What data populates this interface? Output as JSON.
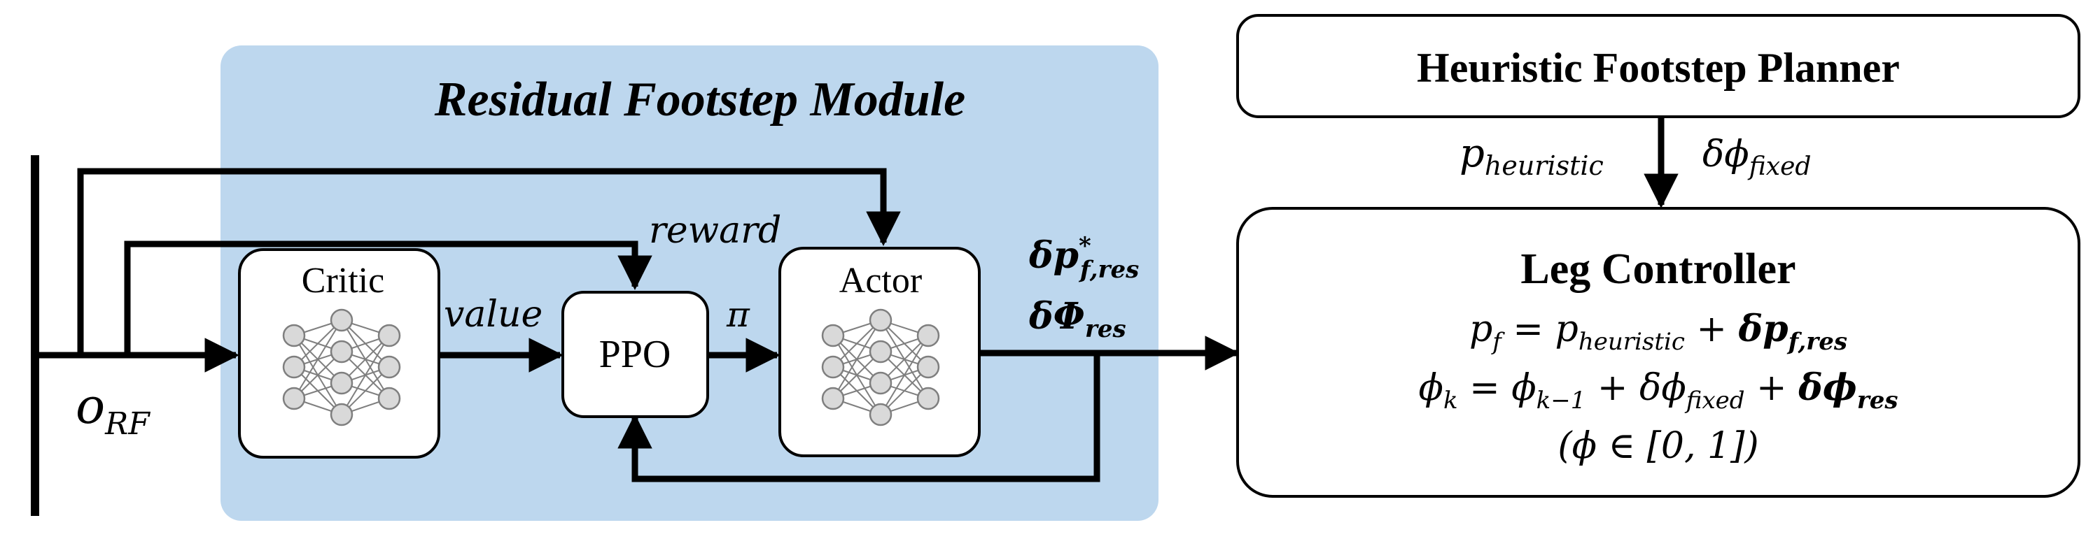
{
  "colors": {
    "module_bg": "#bdd7ee",
    "line": "#000000",
    "box_fill": "#ffffff",
    "node_fill": "#d9d9d9",
    "node_stroke": "#7f7f7f"
  },
  "residual_module": {
    "title": "Residual Footstep Module"
  },
  "critic": {
    "label": "Critic",
    "icon": "neural-network-icon"
  },
  "ppo": {
    "label": "PPO"
  },
  "actor": {
    "label": "Actor",
    "icon": "neural-network-icon"
  },
  "heuristic_planner": {
    "label": "Heuristic Footstep Planner"
  },
  "leg_controller": {
    "title": "Leg Controller",
    "eq1": {
      "lhs": "p",
      "lhs_sub": "f",
      "eq": " = ",
      "t1": "p",
      "t1_sub": "heuristic",
      "plus": " + ",
      "t2": "δp",
      "t2_sub": "f,res"
    },
    "eq2": {
      "lhs": "ϕ",
      "lhs_sub": "k",
      "eq": " = ",
      "t1": "ϕ",
      "t1_sub": "k−1",
      "plus1": " + ",
      "t2": "δϕ",
      "t2_sub": "fixed",
      "plus2": " + ",
      "t3": "δϕ",
      "t3_sub": "res"
    },
    "eq3": "(ϕ ∈ [0, 1])"
  },
  "labels": {
    "observation": {
      "base": "o",
      "sub": "RF"
    },
    "reward": "reward",
    "value": "value",
    "policy": "π",
    "delta_p": {
      "base": "δp",
      "sup": "*",
      "sub": "f,res"
    },
    "delta_phi": {
      "base": "δΦ",
      "sub": "res"
    },
    "p_heuristic": {
      "base": "p",
      "sub": "heuristic"
    },
    "dphi_fixed": {
      "base": "δϕ",
      "sub": "fixed"
    }
  }
}
